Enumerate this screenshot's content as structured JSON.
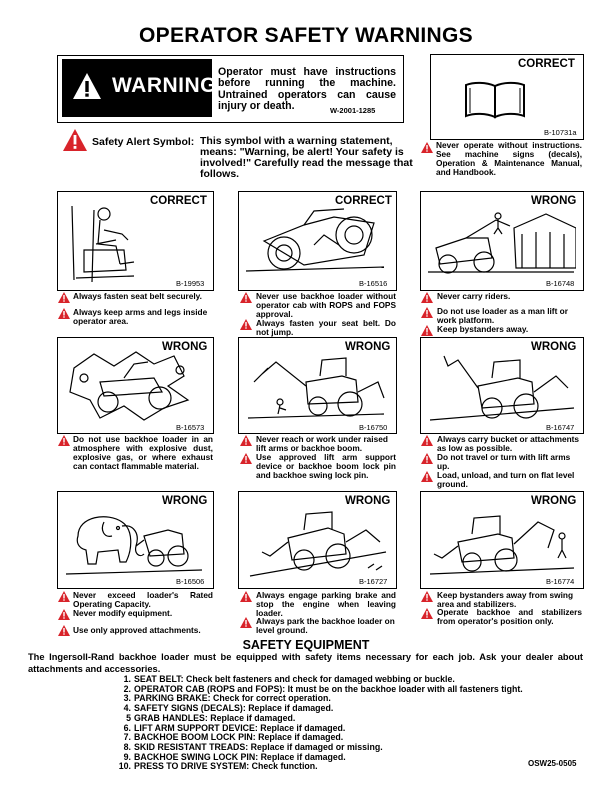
{
  "page_title": "OPERATOR SAFETY WARNINGS",
  "warning": {
    "word": "WARNING",
    "text": "Operator must have instructions before running the machine. Untrained operators can cause injury or death.",
    "code": "W-2001-1285"
  },
  "safety_alert": {
    "label": "Safety Alert Symbol:",
    "text": "This symbol with a warning statement, means: \"Warning, be alert! Your safety is involved!\" Carefully read the message that follows."
  },
  "manual_panel": {
    "label": "CORRECT",
    "code": "B-10731a",
    "captions": [
      "Never operate without instructions. See machine signs (decals), Operation & Maintenance Manual, and Handbook."
    ]
  },
  "panels": [
    {
      "label": "CORRECT",
      "code": "B-19953",
      "captions": [
        "Always fasten seat belt securely.",
        "Always keep arms and legs inside operator area."
      ]
    },
    {
      "label": "CORRECT",
      "code": "B-16516",
      "captions": [
        "Never use backhoe loader without operator cab with ROPS and FOPS approval.",
        "Always fasten your seat belt. Do not jump."
      ]
    },
    {
      "label": "WRONG",
      "code": "B-16748",
      "captions": [
        "Never carry riders.",
        "Do not use loader as a man lift or work platform.",
        "Keep bystanders away."
      ]
    },
    {
      "label": "WRONG",
      "code": "B-16573",
      "captions": [
        "Do not use backhoe loader in an atmosphere with explosive dust, explosive gas, or where exhaust can contact flammable material."
      ]
    },
    {
      "label": "WRONG",
      "code": "B-16750",
      "captions": [
        "Never reach or work under raised lift arms or backhoe boom.",
        "Use approved lift arm support device or backhoe boom lock pin and backhoe swing lock pin."
      ]
    },
    {
      "label": "WRONG",
      "code": "B-16747",
      "captions": [
        "Always carry bucket or attachments as low as possible.",
        "Do not travel or turn with lift arms up.",
        "Load, unload, and turn on flat level ground."
      ]
    },
    {
      "label": "WRONG",
      "code": "B-16506",
      "captions": [
        "Never exceed loader's Rated Operating Capacity.",
        "Never modify equipment.",
        "Use only approved attachments."
      ]
    },
    {
      "label": "WRONG",
      "code": "B-16727",
      "captions": [
        "Always engage parking brake and stop the engine when leaving loader.",
        "Always park the backhoe loader on level ground."
      ]
    },
    {
      "label": "WRONG",
      "code": "B-16774",
      "captions": [
        "Keep bystanders away from swing area and stabilizers.",
        "Operate backhoe and stabilizers from operator's position only."
      ]
    }
  ],
  "safety_equipment": {
    "title": "SAFETY EQUIPMENT",
    "intro": "The Ingersoll-Rand backhoe loader must be equipped with safety items necessary for each job. Ask your dealer about attachments and accessories.",
    "items": [
      {
        "n": "1.",
        "text": "SEAT BELT: Check belt fasteners and check for damaged webbing or buckle."
      },
      {
        "n": "2.",
        "text": "OPERATOR CAB (ROPS and FOPS): It must be on the backhoe loader with all fasteners tight."
      },
      {
        "n": "3.",
        "text": "PARKING BRAKE: Check for correct operation."
      },
      {
        "n": "4.",
        "text": "SAFETY SIGNS (DECALS): Replace if damaged."
      },
      {
        "n": "5",
        "text": "GRAB HANDLES: Replace if damaged."
      },
      {
        "n": "6.",
        "text": "LIFT ARM SUPPORT DEVICE: Replace if damaged."
      },
      {
        "n": "7.",
        "text": "BACKHOE BOOM LOCK PIN: Replace if damaged."
      },
      {
        "n": "8.",
        "text": "SKID RESISTANT TREADS: Replace if damaged or missing."
      },
      {
        "n": "9.",
        "text": "BACKHOE SWING LOCK PIN: Replace if damaged."
      },
      {
        "n": "10.",
        "text": "PRESS TO DRIVE SYSTEM: Check function."
      }
    ]
  },
  "doc_ref": "OSW25-0505",
  "colors": {
    "alert_red": "#d8232a",
    "ink": "#000000"
  }
}
